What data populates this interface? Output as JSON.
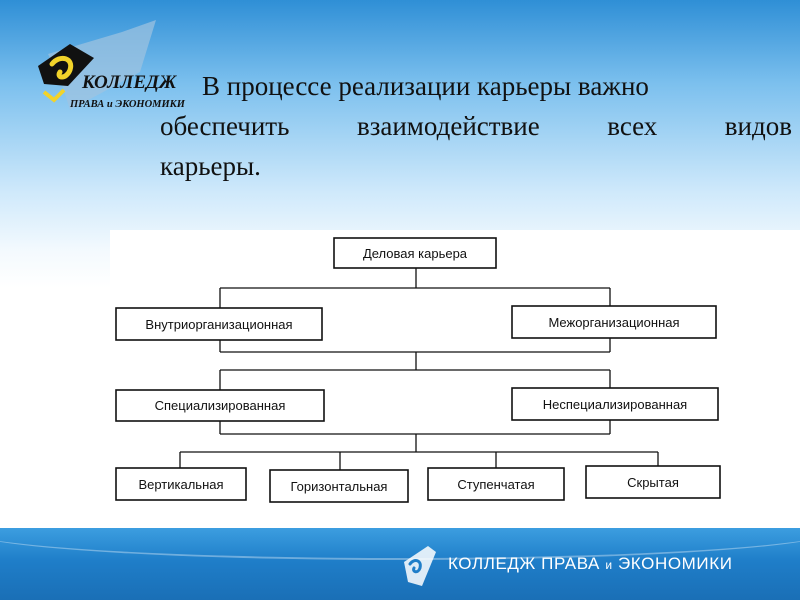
{
  "logo": {
    "line1": "КОЛЛЕДЖ",
    "line2": "ПРАВА и ЭКОНОМИКИ",
    "icon": "college-emblem-icon"
  },
  "heading": {
    "line1": "В процессе реализации карьеры важно",
    "line2": "обеспечить взаимодействие всех видов",
    "line3": "карьеры."
  },
  "diagram": {
    "root": "Деловая карьера",
    "level1": [
      "Внутриорганизационная",
      "Межорганизационная"
    ],
    "level2": [
      "Специализированная",
      "Неспециализированная"
    ],
    "level3": [
      "Вертикальная",
      "Горизонтальная",
      "Ступенчатая",
      "Скрытая"
    ]
  },
  "footer": {
    "college_main": "КОЛЛЕДЖ ПРАВА",
    "college_and": "и",
    "college_tail": "ЭКОНОМИКИ",
    "icon": "college-emblem-icon"
  },
  "colors": {
    "header_blue": "#2f8fd6",
    "footer_blue": "#1f7ec9",
    "logo_yellow": "#f2d32a"
  }
}
